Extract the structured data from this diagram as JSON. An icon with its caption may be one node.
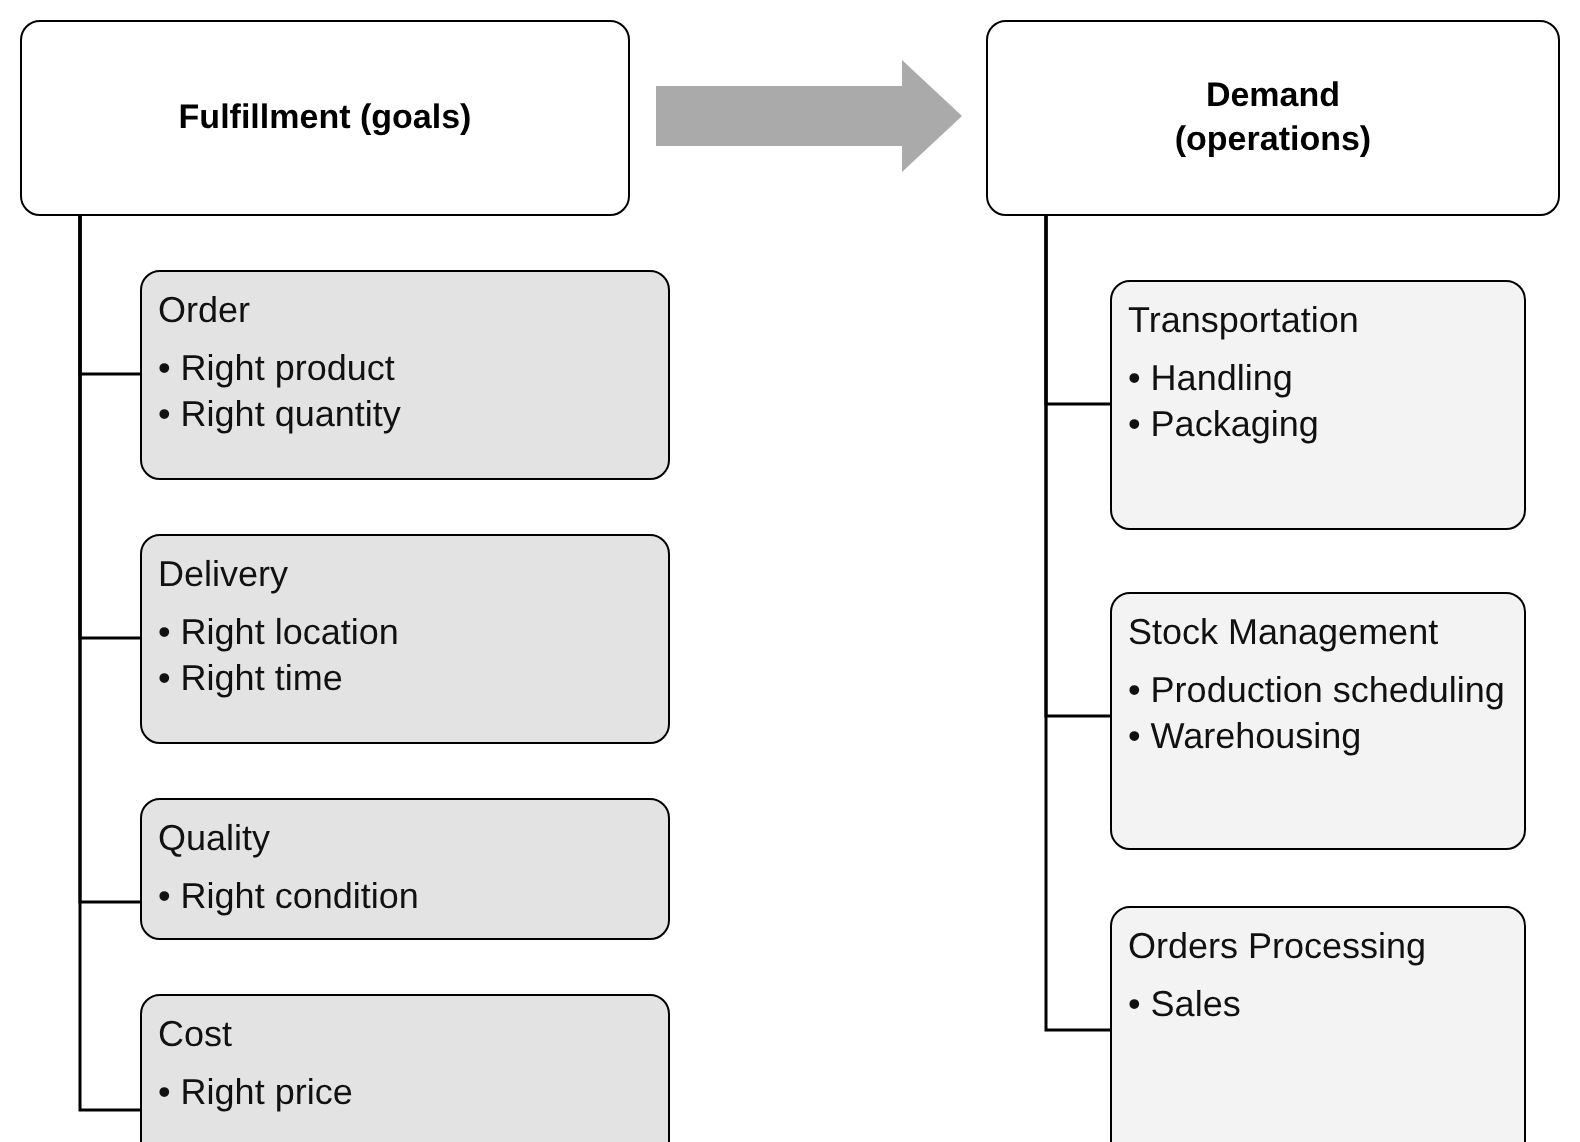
{
  "diagram": {
    "nodes": [
      {
        "text": [
          "Fulfillment (goals)"
        ]
      },
      {
        "text": [
          "Order",
          "• Right product",
          "• Right quantity"
        ]
      },
      {
        "text": [
          "Delivery",
          "• Right location",
          "• Right time"
        ]
      },
      {
        "text": [
          "Quality",
          "• Right condition"
        ]
      },
      {
        "text": [
          "Cost",
          "• Right price"
        ]
      },
      {
        "text": [
          "Demand (operations)"
        ]
      },
      {
        "text": [
          "Transportation",
          "• Handling",
          "• Packaging"
        ]
      },
      {
        "text": [
          "Stock Management",
          "• Production scheduling",
          "• Warehousing"
        ]
      },
      {
        "text": [
          "Orders Processing",
          "• Sales"
        ]
      }
    ],
    "edges": [
      {
        "from": 0,
        "to": 1,
        "arrow": "none"
      },
      {
        "from": 0,
        "to": 2,
        "arrow": "none"
      },
      {
        "from": 0,
        "to": 3,
        "arrow": "none"
      },
      {
        "from": 0,
        "to": 4,
        "arrow": "none"
      },
      {
        "from": 0,
        "to": 5,
        "arrow": "to",
        "style": "thick",
        "color": "#aaaaaa"
      },
      {
        "from": 5,
        "to": 6,
        "arrow": "none"
      },
      {
        "from": 5,
        "to": 7,
        "arrow": "none"
      },
      {
        "from": 5,
        "to": 8,
        "arrow": "none"
      }
    ]
  }
}
